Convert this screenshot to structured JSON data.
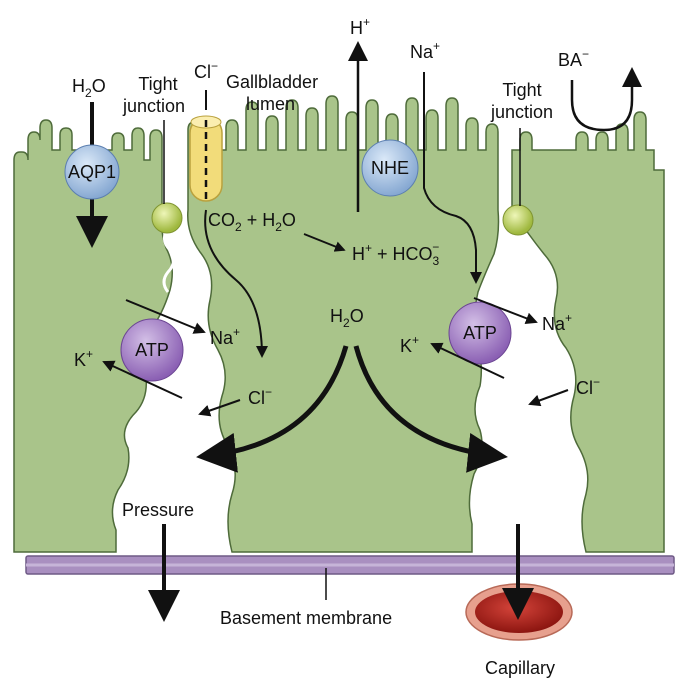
{
  "labels": {
    "h2o_top": "H",
    "h2o_top_sub": "2",
    "h2o_top_tail": "O",
    "aqp1": "AQP1",
    "tight_left_1": "Tight",
    "tight_left_2": "junction",
    "cl_top": "Cl",
    "cl_top_sup": "−",
    "gallbladder_1": "Gallbladder",
    "gallbladder_2": "lumen",
    "h_top": "H",
    "h_top_sup": "+",
    "na_top": "Na",
    "na_top_sup": "+",
    "ba": "BA",
    "ba_sup": "−",
    "tight_right_1": "Tight",
    "tight_right_2": "junction",
    "nhe": "NHE",
    "co2_eq_a": "CO",
    "co2_eq_sub": "2",
    "co2_eq_b": " + H",
    "co2_eq_sub2": "2",
    "co2_eq_c": "O",
    "h_hco3_a": "H",
    "h_hco3_sup1": "+",
    "h_hco3_b": " + HCO",
    "h_hco3_sub": "3",
    "h_hco3_sup2": "−",
    "atp_left": "ATP",
    "atp_right": "ATP",
    "na_left": "Na",
    "na_left_sup": "+",
    "na_right": "Na",
    "na_right_sup": "+",
    "k_left": "K",
    "k_left_sup": "+",
    "k_right": "K",
    "k_right_sup": "+",
    "h2o_mid_a": "H",
    "h2o_mid_sub": "2",
    "h2o_mid_b": "O",
    "cl_mid": "Cl",
    "cl_mid_sup": "−",
    "cl_right": "Cl",
    "cl_right_sup": "−",
    "pressure": "Pressure",
    "basement": "Basement membrane",
    "capillary": "Capillary"
  },
  "colors": {
    "cell_fill": "#a9c48a",
    "cell_stroke": "#4e6b3a",
    "membrane_fill": "#a98fc0",
    "membrane_stroke": "#6f5a86",
    "aqp1_fill": "#a9c6e6",
    "nhe_fill": "#a9c6e6",
    "atp_fill": "#a07cc2",
    "tight_junction_fill": "#c6d86a",
    "channel_fill": "#f2dc7a",
    "capillary_outer": "#e7a08e",
    "capillary_inner": "#b32217"
  }
}
